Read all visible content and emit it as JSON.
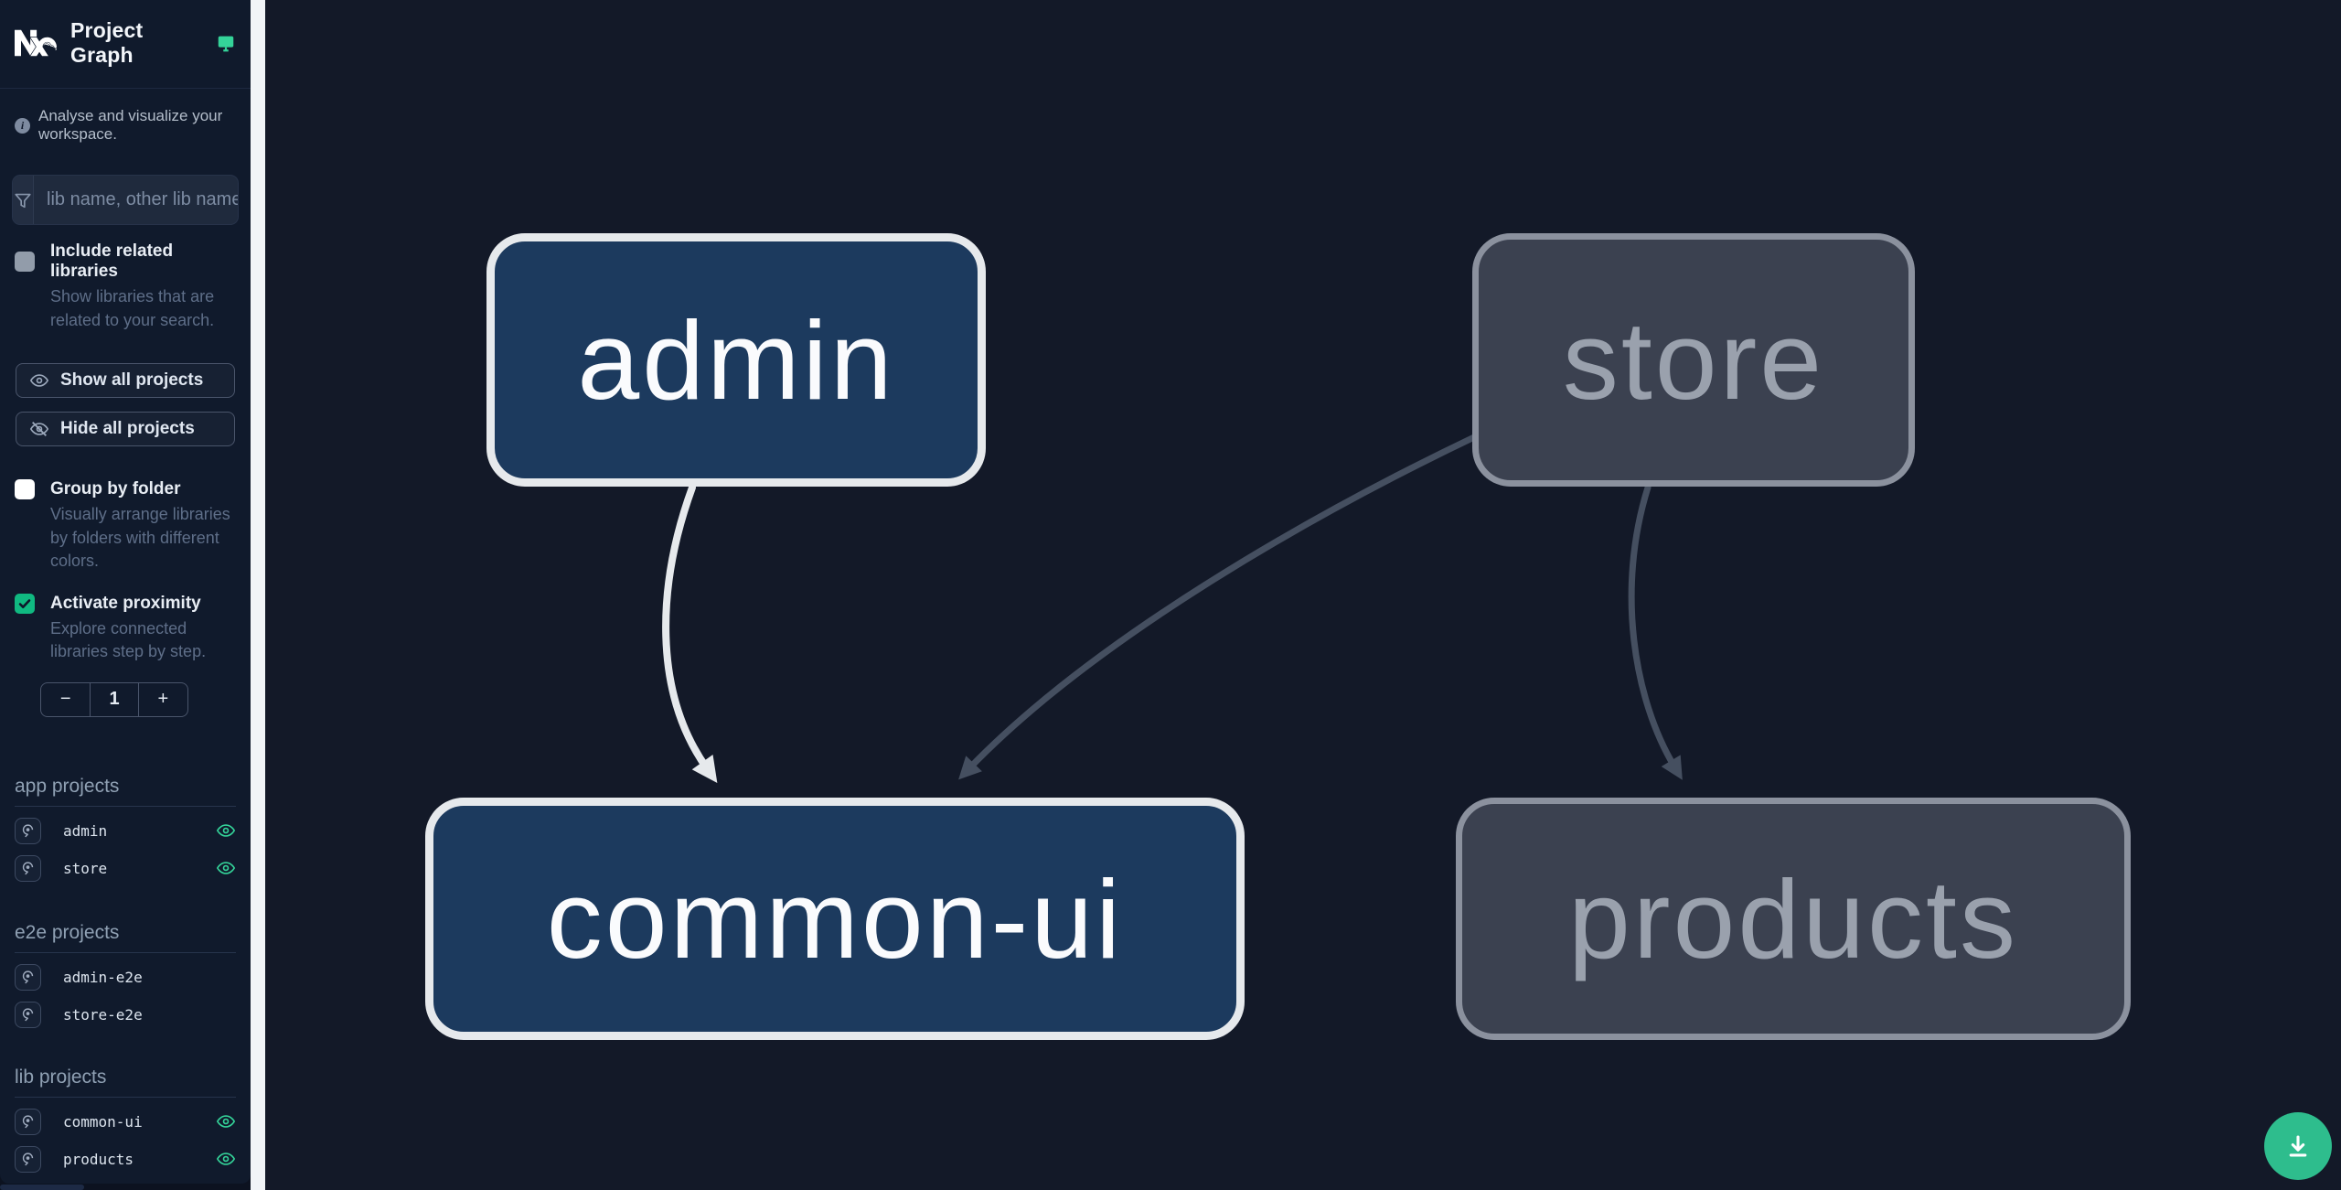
{
  "app": {
    "title": "Project Graph"
  },
  "sidebar": {
    "subtitle": "Analyse and visualize your workspace.",
    "search_placeholder": "lib name, other lib name",
    "checkboxes": {
      "include_related": {
        "label": "Include related libraries",
        "description": "Show libraries that are related to your search.",
        "checked": false
      },
      "group_by_folder": {
        "label": "Group by folder",
        "description": "Visually arrange libraries by folders with different colors.",
        "checked": false
      },
      "activate_proximity": {
        "label": "Activate proximity",
        "description": "Explore connected libraries step by step.",
        "checked": true
      }
    },
    "buttons": {
      "show_all": "Show all projects",
      "hide_all": "Hide all projects"
    },
    "stepper": {
      "decrement": "−",
      "value": "1",
      "increment": "+"
    },
    "sections": [
      {
        "title": "app projects",
        "items": [
          {
            "name": "admin",
            "visible": true
          },
          {
            "name": "store",
            "visible": true
          }
        ]
      },
      {
        "title": "e2e projects",
        "items": [
          {
            "name": "admin-e2e",
            "visible": false
          },
          {
            "name": "store-e2e",
            "visible": false
          }
        ]
      },
      {
        "title": "lib projects",
        "items": [
          {
            "name": "common-ui",
            "visible": true
          },
          {
            "name": "products",
            "visible": true
          }
        ]
      }
    ]
  },
  "graph": {
    "nodes": [
      {
        "id": "admin",
        "label": "admin",
        "state": "focused"
      },
      {
        "id": "store",
        "label": "store",
        "state": "faded"
      },
      {
        "id": "common-ui",
        "label": "common-ui",
        "state": "focused"
      },
      {
        "id": "products",
        "label": "products",
        "state": "faded"
      }
    ],
    "edges": [
      {
        "source": "admin",
        "target": "common-ui",
        "style": "highlighted"
      },
      {
        "source": "store",
        "target": "common-ui",
        "style": "faded"
      },
      {
        "source": "store",
        "target": "products",
        "style": "faded"
      }
    ]
  },
  "colors": {
    "accent_green": "#34d399",
    "checkbox_green": "#10b981",
    "fab_green": "#2ebd8d",
    "node_focused_fill": "#1c3a5e",
    "node_focused_border": "#e6e9ec",
    "node_faded_fill": "#3b4150",
    "node_faded_border": "#8b919e",
    "edge_light": "#e6e9ec",
    "edge_dark": "#454f60",
    "sidebar_bg": "#101a2c",
    "canvas_bg": "#131928"
  }
}
